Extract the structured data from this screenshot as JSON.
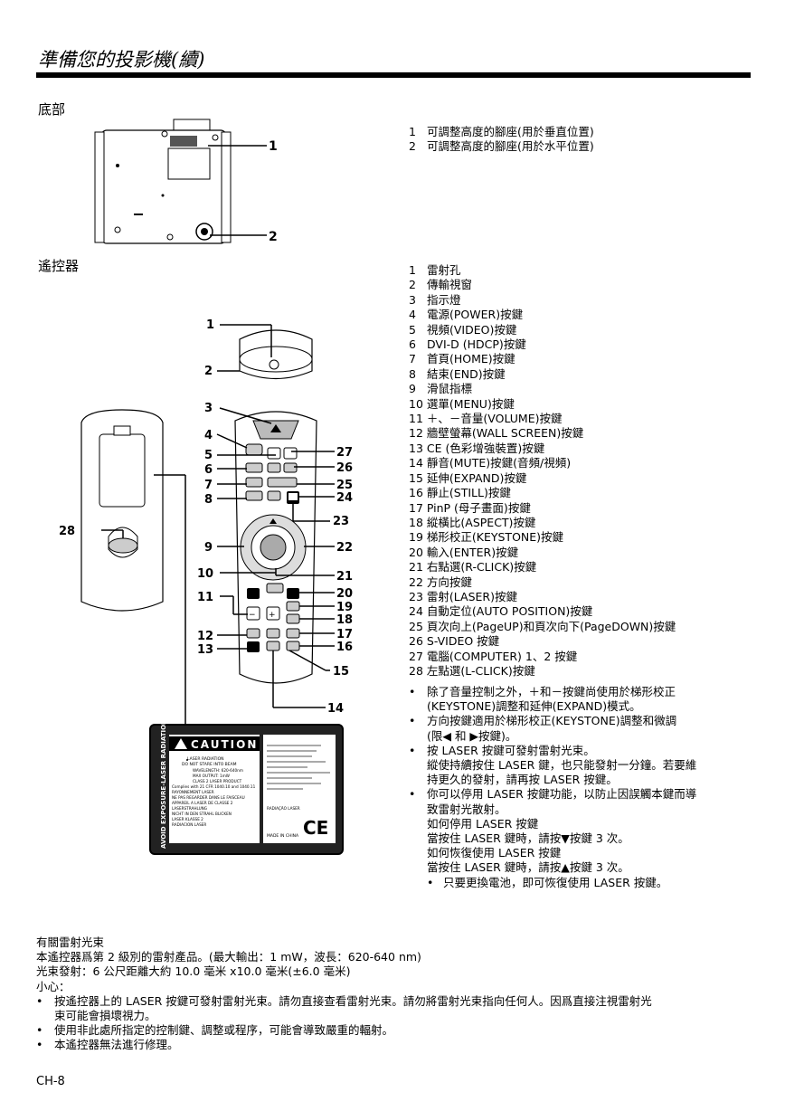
{
  "header": {
    "title": "準備您的投影機(續)"
  },
  "bottom_section": {
    "heading": "底部",
    "items": [
      {
        "num": "1",
        "text": "可調整高度的腳座(用於垂直位置)"
      },
      {
        "num": "2",
        "text": "可調整高度的腳座(用於水平位置)"
      }
    ],
    "callouts": [
      "1",
      "2"
    ]
  },
  "remote_section": {
    "heading": "遙控器",
    "items": [
      {
        "num": "1",
        "text": "雷射孔"
      },
      {
        "num": "2",
        "text": "傳輸視窗"
      },
      {
        "num": "3",
        "text": "指示燈"
      },
      {
        "num": "4",
        "text": "電源(POWER)按鍵"
      },
      {
        "num": "5",
        "text": "視頻(VIDEO)按鍵"
      },
      {
        "num": "6",
        "text": "DVI-D (HDCP)按鍵"
      },
      {
        "num": "7",
        "text": "首頁(HOME)按鍵"
      },
      {
        "num": "8",
        "text": "結束(END)按鍵"
      },
      {
        "num": "9",
        "text": "滑鼠指標"
      },
      {
        "num": "10",
        "text": "選單(MENU)按鍵"
      },
      {
        "num": "11",
        "text": "＋、－音量(VOLUME)按鍵"
      },
      {
        "num": "12",
        "text": "牆壁螢幕(WALL SCREEN)按鍵"
      },
      {
        "num": "13",
        "text": "CE (色彩增強裝置)按鍵"
      },
      {
        "num": "14",
        "text": "靜音(MUTE)按鍵(音頻/視頻)"
      },
      {
        "num": "15",
        "text": "延伸(EXPAND)按鍵"
      },
      {
        "num": "16",
        "text": "靜止(STILL)按鍵"
      },
      {
        "num": "17",
        "text": "PinP (母子畫面)按鍵"
      },
      {
        "num": "18",
        "text": "縱橫比(ASPECT)按鍵"
      },
      {
        "num": "19",
        "text": "梯形校正(KEYSTONE)按鍵"
      },
      {
        "num": "20",
        "text": "輸入(ENTER)按鍵"
      },
      {
        "num": "21",
        "text": "右點選(R-CLICK)按鍵"
      },
      {
        "num": "22",
        "text": "方向按鍵"
      },
      {
        "num": "23",
        "text": "雷射(LASER)按鍵"
      },
      {
        "num": "24",
        "text": "自動定位(AUTO POSITION)按鍵"
      },
      {
        "num": "25",
        "text": "頁次向上(PageUP)和頁次向下(PageDOWN)按鍵"
      },
      {
        "num": "26",
        "text": "S-VIDEO 按鍵"
      },
      {
        "num": "27",
        "text": "電腦(COMPUTER) 1、2 按鍵"
      },
      {
        "num": "28",
        "text": "左點選(L-CLICK)按鍵"
      }
    ],
    "bullets": [
      {
        "lines": [
          "除了音量控制之外，＋和－按鍵尚使用於梯形校正",
          "(KEYSTONE)調整和延伸(EXPAND)模式。"
        ]
      },
      {
        "lines": [
          "方向按鍵適用於梯形校正(KEYSTONE)調整和微調",
          "(限◀ 和 ▶按鍵)。"
        ]
      },
      {
        "lines": [
          "按 LASER 按鍵可發射雷射光束。",
          "縱使持續按住 LASER 鍵，也只能發射一分鐘。若要維",
          "持更久的發射，請再按 LASER 按鍵。"
        ]
      },
      {
        "lines": [
          "你可以停用 LASER 按鍵功能，以防止因誤觸本鍵而導",
          "致雷射光散射。",
          "如何停用 LASER 按鍵",
          "當按住 LASER 鍵時，請按▼按鍵 3 次。",
          "如何恢復使用 LASER 按鍵",
          "當按住 LASER 鍵時，請按▲按鍵 3 次。"
        ]
      }
    ],
    "sub_bullet": "只要更換電池，即可恢復使用 LASER 按鍵。",
    "callouts_left": [
      "1",
      "2",
      "3",
      "4",
      "5",
      "6",
      "7",
      "8",
      "9",
      "10",
      "11",
      "12",
      "13"
    ],
    "callouts_right": [
      "27",
      "26",
      "25",
      "24",
      "23",
      "22",
      "21",
      "20",
      "19",
      "18",
      "17",
      "16",
      "15",
      "14"
    ],
    "callout_28": "28"
  },
  "label_plate": {
    "caution": "CAUTION",
    "side_text": "AVOID EXPOSURE-LASER RADIATION IS EMITTED FROM THIS APERTURE",
    "laser_radiation": "LASER RADIATION",
    "do_not_stare": "DO NOT STARE INTO BEAM",
    "made_in": "MADE IN CHINA",
    "ce_mark": "CE",
    "lines": [
      "WAVELENGTH: 620-640nm",
      "MAX OUTPUT: 1mW",
      "CLASS 2 LASER PRODUCT",
      "Complies with 21 CFR 1040.10 and 1040.11",
      "RAYONNEMENT LASER",
      "NE PAS REGARDER DANS LE FAISCEAU",
      "APPAREIL A LASER DE CLASSE 2",
      "LASERSTRAHLUNG",
      "NICHT IN DEN STRAHL BLICKEN",
      "LASER KLASSE 2",
      "RADIACION LASER",
      "RADIAÇÃO LASER"
    ]
  },
  "laser_info": {
    "heading": "有關雷射光束",
    "line1": "本遙控器爲第 2 級別的雷射產品。(最大輸出：1 mW，波長：620-640 nm)",
    "line2": "光束發射：6 公尺距離大約 10.0 毫米 x10.0 毫米(±6.0 毫米)",
    "caution": "小心：",
    "bullets": [
      {
        "lines": [
          "按遙控器上的 LASER 按鍵可發射雷射光束。請勿直接查看雷射光束。請勿將雷射光束指向任何人。因爲直接注視雷射光",
          "束可能會損壞視力。"
        ]
      },
      {
        "lines": [
          "使用非此處所指定的控制鍵、調整或程序，可能會導致嚴重的輻射。"
        ]
      },
      {
        "lines": [
          "本遙控器無法進行修理。"
        ]
      }
    ]
  },
  "footer": {
    "page": "CH-8"
  }
}
